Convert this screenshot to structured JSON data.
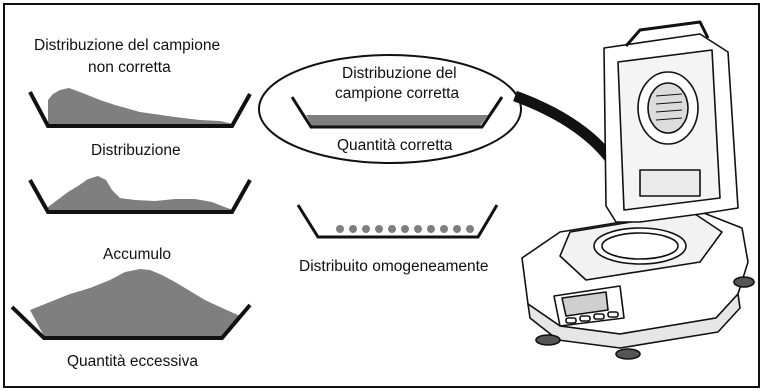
{
  "incorrect": {
    "heading_line1": "Distribuzione del campione",
    "heading_line2": "non corretta",
    "pan1_caption": "Distribuzione",
    "pan2_caption": "Accumulo",
    "pan3_caption": "Quantità eccessiva"
  },
  "correct": {
    "heading_line1": "Distribuzione del",
    "heading_line2": "campione corretta",
    "pan1_caption": "Quantità corretta",
    "pan2_caption": "Distribuito omogeneamente"
  },
  "colors": {
    "sample_fill": "#7f7f7f",
    "outline": "#111111",
    "background": "#ffffff"
  }
}
